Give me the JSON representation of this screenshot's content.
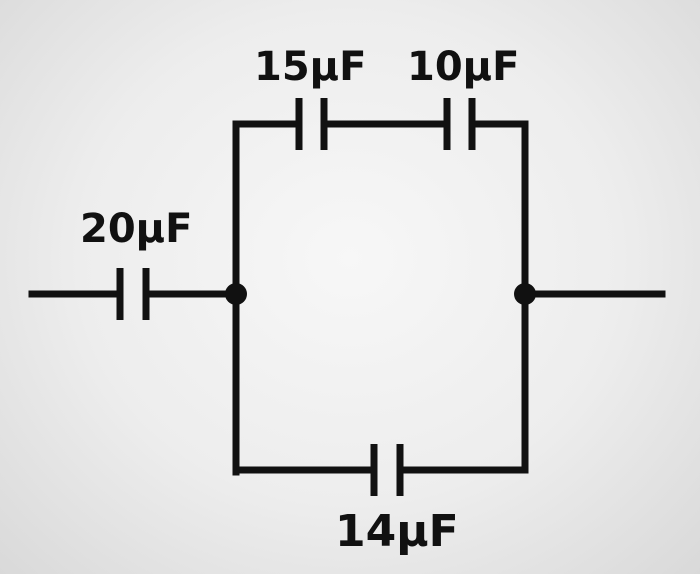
{
  "components": {
    "c1": {
      "label": "15µF"
    },
    "c2": {
      "label": "10µF"
    },
    "c3": {
      "label": "20µF"
    },
    "c4": {
      "label": "14µF"
    }
  },
  "colors": {
    "ink": "#111111",
    "paper": "#eeeeee"
  }
}
